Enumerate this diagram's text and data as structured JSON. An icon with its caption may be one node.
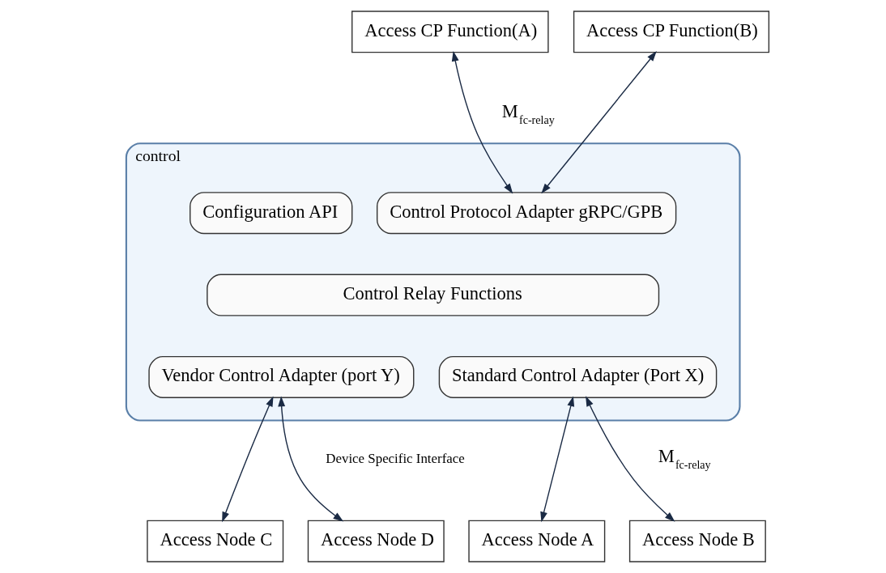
{
  "diagram": {
    "nodes": [
      {
        "text": [
          "Access CP Function(A)"
        ]
      },
      {
        "text": [
          "Access CP Function(B)"
        ]
      },
      {
        "text": [
          "control"
        ]
      },
      {
        "text": [
          "Control Protocol Adapter gRPC/GPB"
        ],
        "in": 2
      },
      {
        "text": [
          "Configuration API"
        ],
        "in": 2
      },
      {
        "text": [
          "Control Relay Functions"
        ],
        "in": 2
      },
      {
        "text": [
          "Vendor Control Adapter (port Y)"
        ],
        "in": 2
      },
      {
        "text": [
          "Standard Control Adapter (Port X)"
        ],
        "in": 2
      },
      {
        "text": [
          "Access Node C"
        ]
      },
      {
        "text": [
          "Access Node D"
        ]
      },
      {
        "text": [
          "Access Node A"
        ]
      },
      {
        "text": [
          "Access Node B"
        ]
      }
    ],
    "edges": [
      {
        "from": 0,
        "to": 3,
        "arrow": "both"
      },
      {
        "from": 1,
        "to": 3,
        "arrow": "both"
      },
      {
        "from": 6,
        "to": 8,
        "arrow": "both"
      },
      {
        "from": 6,
        "to": 9,
        "arrow": "both"
      },
      {
        "from": 7,
        "to": 10,
        "arrow": "both"
      },
      {
        "from": 7,
        "to": 11,
        "arrow": "both"
      }
    ],
    "labels": [
      "M$_{fc-relay}$",
      "Device Specific Interface",
      "M$_{fc-relay}$"
    ]
  }
}
